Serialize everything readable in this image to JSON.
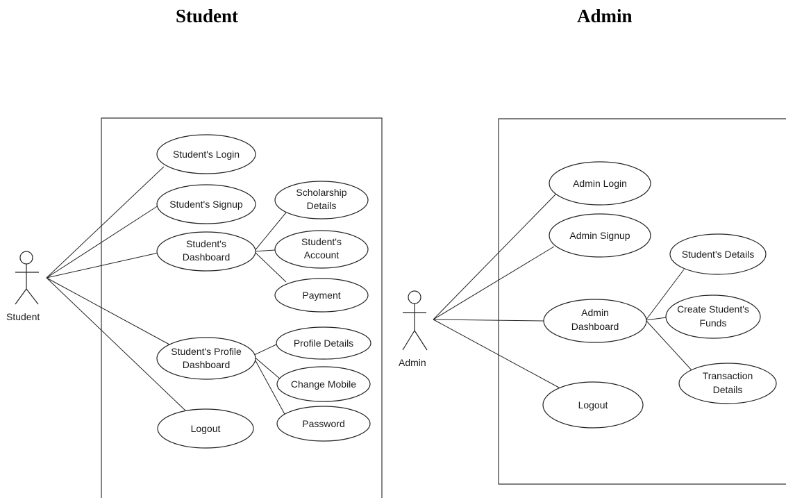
{
  "titles": {
    "student": "Student",
    "admin": "Admin"
  },
  "student_diagram": {
    "actor": "Student",
    "use_cases": {
      "login": [
        "Student's Login"
      ],
      "signup": [
        "Student's Signup"
      ],
      "dashboard": [
        "Student's",
        "Dashboard"
      ],
      "scholarship": [
        "Scholarship",
        "Details"
      ],
      "account": [
        "Student's",
        "Account"
      ],
      "payment": [
        "Payment"
      ],
      "profile_dashboard": [
        "Student's Profile",
        "Dashboard"
      ],
      "profile_details": [
        "Profile Details"
      ],
      "change_mobile": [
        "Change Mobile"
      ],
      "password": [
        "Password"
      ],
      "logout": [
        "Logout"
      ]
    }
  },
  "admin_diagram": {
    "actor": "Admin",
    "use_cases": {
      "login": [
        "Admin Login"
      ],
      "signup": [
        "Admin Signup"
      ],
      "dashboard": [
        "Admin",
        "Dashboard"
      ],
      "students_details": [
        "Student's Details"
      ],
      "create_funds": [
        "Create Student's",
        "Funds"
      ],
      "transaction": [
        "Transaction",
        "Details"
      ],
      "logout": [
        "Logout"
      ]
    }
  }
}
